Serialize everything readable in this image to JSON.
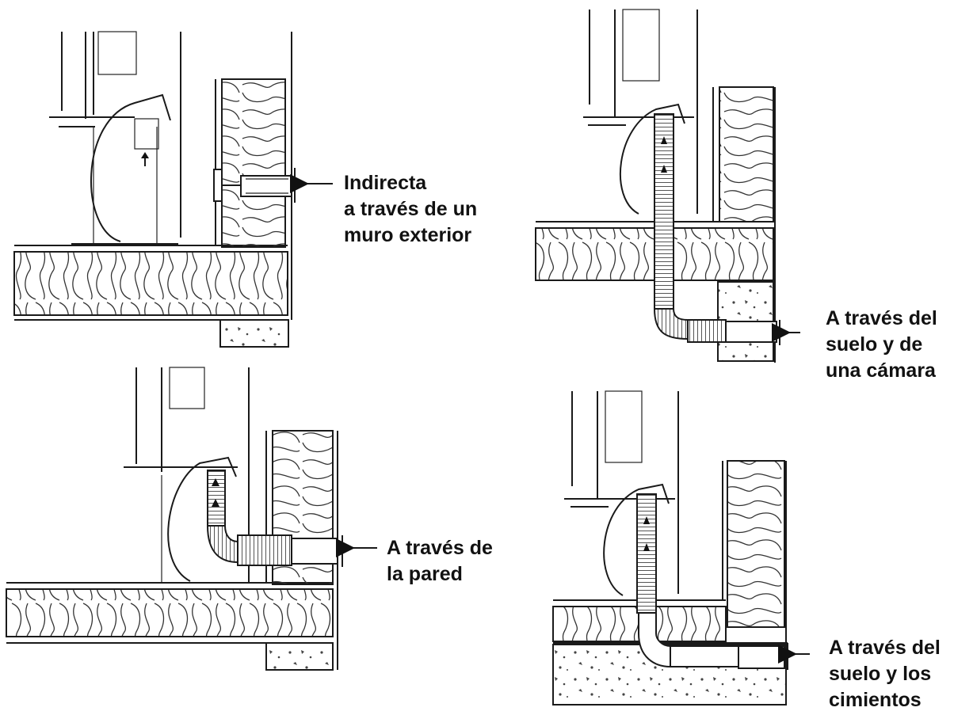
{
  "colors": {
    "line": "#1a1a1a",
    "duct": "#8a8a8a",
    "text": "#111111"
  },
  "panels": [
    {
      "id": "indirect-exterior-wall",
      "caption": [
        "Indirecta",
        "a través de un",
        "muro exterior"
      ]
    },
    {
      "id": "floor-and-crawlspace",
      "caption": [
        "A través del",
        "suelo y de",
        "una cámara"
      ]
    },
    {
      "id": "through-wall",
      "caption": [
        "A través de",
        "la pared"
      ]
    },
    {
      "id": "floor-and-foundation",
      "caption": [
        "A través del",
        "suelo y los",
        "cimientos"
      ]
    }
  ]
}
